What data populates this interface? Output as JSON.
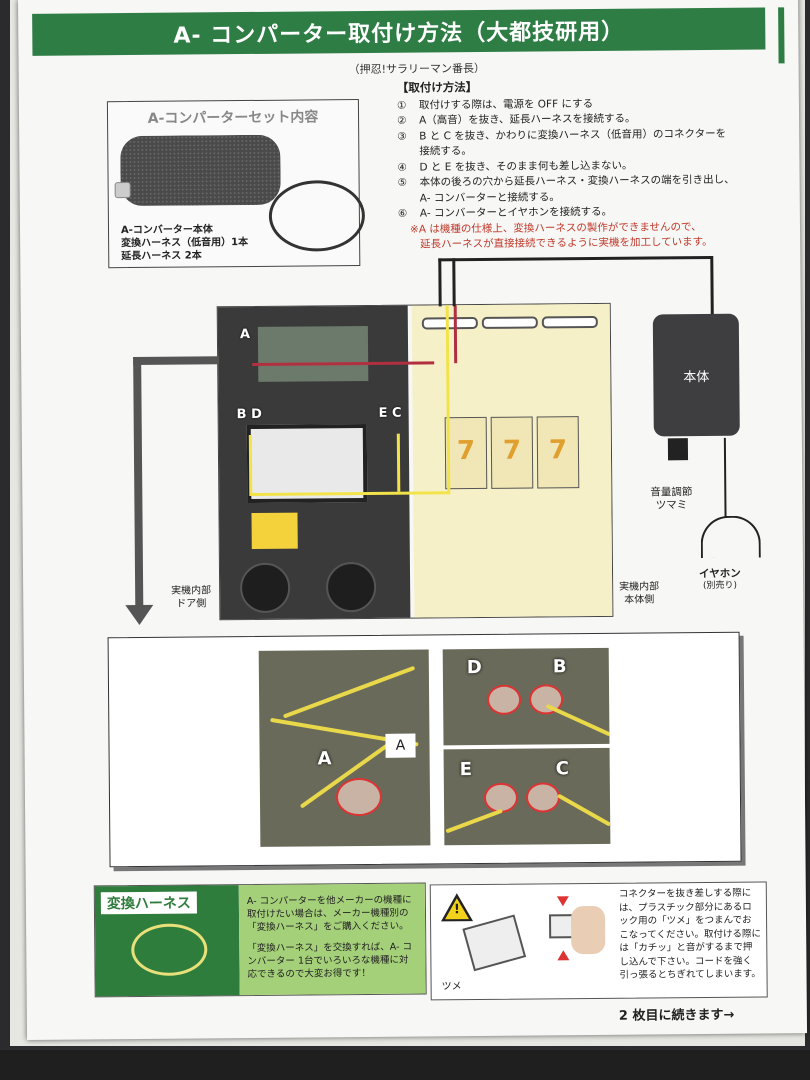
{
  "header": {
    "title": "A- コンパーター取付け方法（大都技研用）",
    "subtitle": "（押忍!サラリーマン番長）"
  },
  "set_contents": {
    "title": "A-コンパーターセット内容",
    "lines": [
      "A-コンバーター本体",
      "変換ハーネス（低音用）1本",
      "延長ハーネス 2本"
    ]
  },
  "steps": {
    "heading": "【取付け方法】",
    "items": [
      {
        "no": "①",
        "text": "取付けする際は、電源を OFF にする"
      },
      {
        "no": "②",
        "text": "A（高音）を抜き、延長ハーネスを接続する。"
      },
      {
        "no": "③",
        "text": "B と C を抜き、かわりに変換ハーネス（低音用）のコネクターを"
      },
      {
        "no": "",
        "text": "接続する。"
      },
      {
        "no": "④",
        "text": "D と E を抜き、そのまま何も差し込まない。"
      },
      {
        "no": "⑤",
        "text": "本体の後ろの穴から延長ハーネス・変換ハーネスの端を引き出し、"
      },
      {
        "no": "",
        "text": "A- コンバーターと接続する。"
      },
      {
        "no": "⑥",
        "text": "A- コンバーターとイヤホンを接続する。"
      }
    ],
    "note_lines": [
      "※A は機種の仕様上、変換ハーネスの製作ができませんので、",
      "延長ハーネスが直接接続できるように実機を加工しています。"
    ]
  },
  "diagram": {
    "labels": {
      "a": "A",
      "bd": "B D",
      "ec": "E C"
    },
    "reel_symbol": "7",
    "unit_label": "本体",
    "knob_label": [
      "音量調節",
      "ツマミ"
    ],
    "earphone_label": "イヤホン",
    "earphone_sub": "(別売り)",
    "door_side": [
      "実機内部",
      "ドア側"
    ],
    "body_side": [
      "実機内部",
      "本体側"
    ]
  },
  "photos": {
    "labels": {
      "a": "A",
      "a_tag": "A",
      "d": "D",
      "b": "B",
      "e": "E",
      "c": "C"
    }
  },
  "harness": {
    "title": "変換ハーネス",
    "para1": "A- コンパーターを他メーカーの機種に取付けたい場合は、メーカー機種別の「変換ハーネス」をご購入ください。",
    "para2": "「変換ハーネス」を交換すれば、A- コンバーター 1台でいろいろな機種に対応できるので大変お得です！"
  },
  "caution": {
    "mark": "!",
    "tsume": "ツメ",
    "text": "コネクターを抜き差しする際には、プラスチック部分にあるロック用の「ツメ」をつまんでおこなってください。取付ける際には「カチッ」と音がするまで押し込んで下さい。コードを強く引っ張るとちぎれてしまいます。"
  },
  "footer": {
    "continue": "2 枚目に続きます→"
  }
}
